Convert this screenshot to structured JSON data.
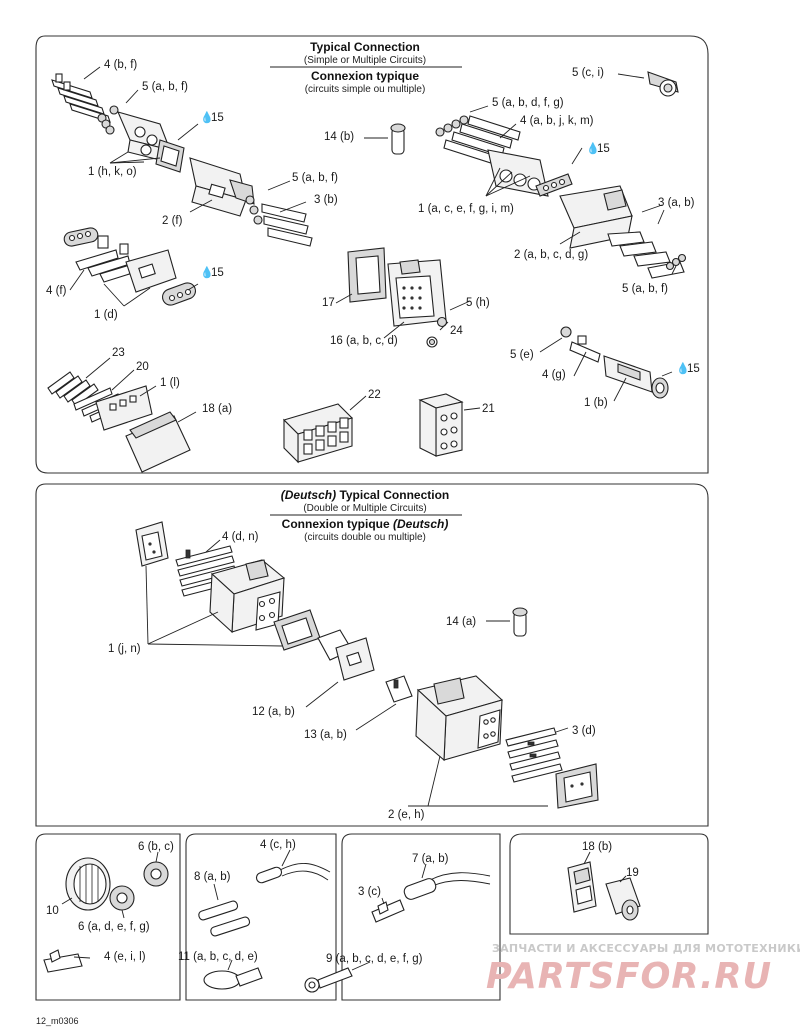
{
  "panel_top": {
    "title_en": "Typical Connection",
    "subtitle_en": "(Simple or Multiple Circuits)",
    "title_fr": "Connexion typique",
    "subtitle_fr": "(circuits simple ou multiple)"
  },
  "panel_deutsch": {
    "title_en_prefix": "(Deutsch)",
    "title_en": " Typical Connection",
    "subtitle_en": "(Double or Multiple Circuits)",
    "title_fr": "Connexion typique ",
    "title_fr_suffix": "(Deutsch)",
    "subtitle_fr": "(circuits double ou multiple)"
  },
  "callouts_top": {
    "c_4bf": "4 (b, f)",
    "c_5abf_a": "5 (a, b, f)",
    "c_15_a": "15",
    "c_1hko": "1 (h, k, o)",
    "c_2f": "2 (f)",
    "c_5abf_b": "5 (a, b, f)",
    "c_3b": "3 (b)",
    "c_5ci": "5 (c, i)",
    "c_5abdfg": "5 (a, b, d, f, g)",
    "c_4abjkm": "4 (a, b, j, k, m)",
    "c_14b": "14 (b)",
    "c_15_b": "15",
    "c_1acefgim": "1 (a, c, e, f, g, i, m)",
    "c_3ab": "3 (a, b)",
    "c_2abcdg": "2 (a, b, c, d, g)",
    "c_5abf_c": "5 (a, b, f)",
    "c_4f": "4 (f)",
    "c_15_c": "15",
    "c_1d": "1 (d)",
    "c_17": "17",
    "c_5h": "5 (h)",
    "c_24": "24",
    "c_16abcd": "16 (a, b, c, d)",
    "c_5e": "5 (e)",
    "c_4g": "4 (g)",
    "c_15_d": "15",
    "c_1b": "1 (b)",
    "c_23": "23",
    "c_20": "20",
    "c_1l": "1 (l)",
    "c_18a": "18 (a)",
    "c_22": "22",
    "c_21": "21"
  },
  "callouts_deutsch": {
    "c_4dn": "4 (d, n)",
    "c_1jn": "1 (j, n)",
    "c_14a": "14 (a)",
    "c_12ab": "12 (a, b)",
    "c_13ab": "13 (a, b)",
    "c_3d": "3 (d)",
    "c_2eh": "2 (e, h)"
  },
  "callouts_bottom": {
    "c_6bc": "6 (b, c)",
    "c_10": "10",
    "c_6adefg": "6 (a, d, e, f, g)",
    "c_4ch": "4 (c, h)",
    "c_8ab": "8 (a, b)",
    "c_7ab": "7 (a, b)",
    "c_3c": "3 (c)",
    "c_18b": "18 (b)",
    "c_19": "19",
    "c_4eil": "4 (e, i, l)",
    "c_11abcde": "11 (a, b, c, d, e)",
    "c_9abcdefg": "9 (a, b, c, d, e, f, g)"
  },
  "drop_glyph": "💧",
  "watermark": {
    "line1": "ЗАПЧАСТИ И АКСЕССУАРЫ ДЛЯ МОТОТЕХНИКИ",
    "line2": "PARTSFOR.RU"
  },
  "figure_code": "12_m0306",
  "colors": {
    "ink": "#1a1a1a",
    "watermark_gray": "#c9c9c9",
    "watermark_red": "#e8b4b4"
  }
}
